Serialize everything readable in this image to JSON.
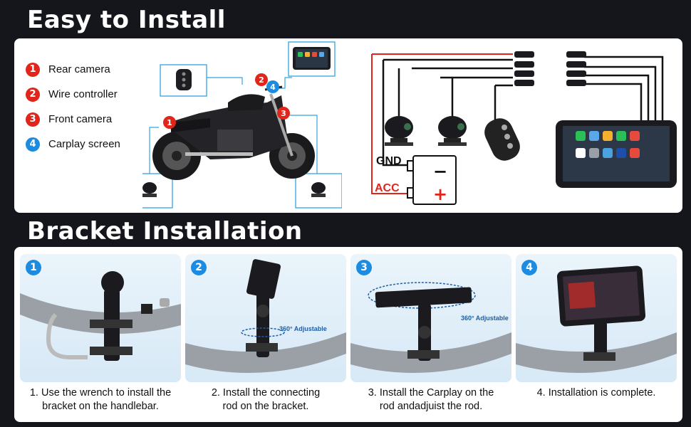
{
  "headings": {
    "install": "Easy to Install",
    "bracket": "Bracket Installation"
  },
  "legend": [
    {
      "num": "1",
      "label": "Rear camera",
      "color": "#e1251b"
    },
    {
      "num": "2",
      "label": "Wire controller",
      "color": "#e1251b"
    },
    {
      "num": "3",
      "label": "Front camera",
      "color": "#e1251b"
    },
    {
      "num": "4",
      "label": "Carplay screen",
      "color": "#1d8ce0"
    }
  ],
  "diagram_markers": [
    "1",
    "2",
    "3",
    "4"
  ],
  "wiring": {
    "gnd": "GND",
    "acc": "ACC",
    "minus": "−",
    "plus": "+"
  },
  "steps": [
    {
      "num": "1",
      "caption_line1": "1. Use the wrench to install the",
      "caption_line2": "bracket on the handlebar."
    },
    {
      "num": "2",
      "caption_line1": "2. Install the connecting",
      "caption_line2": "rod on the bracket.",
      "adjustable": "360° Adjustable"
    },
    {
      "num": "3",
      "caption_line1": "3. Install the Carplay on the",
      "caption_line2": "rod andadjuist the rod.",
      "adjustable": "360° Adjustable"
    },
    {
      "num": "4",
      "caption_line1": "4. Installation is complete.",
      "caption_line2": ""
    }
  ],
  "colors": {
    "accent_blue": "#1d8ce0",
    "accent_red": "#e1251b",
    "background": "#15161c"
  }
}
